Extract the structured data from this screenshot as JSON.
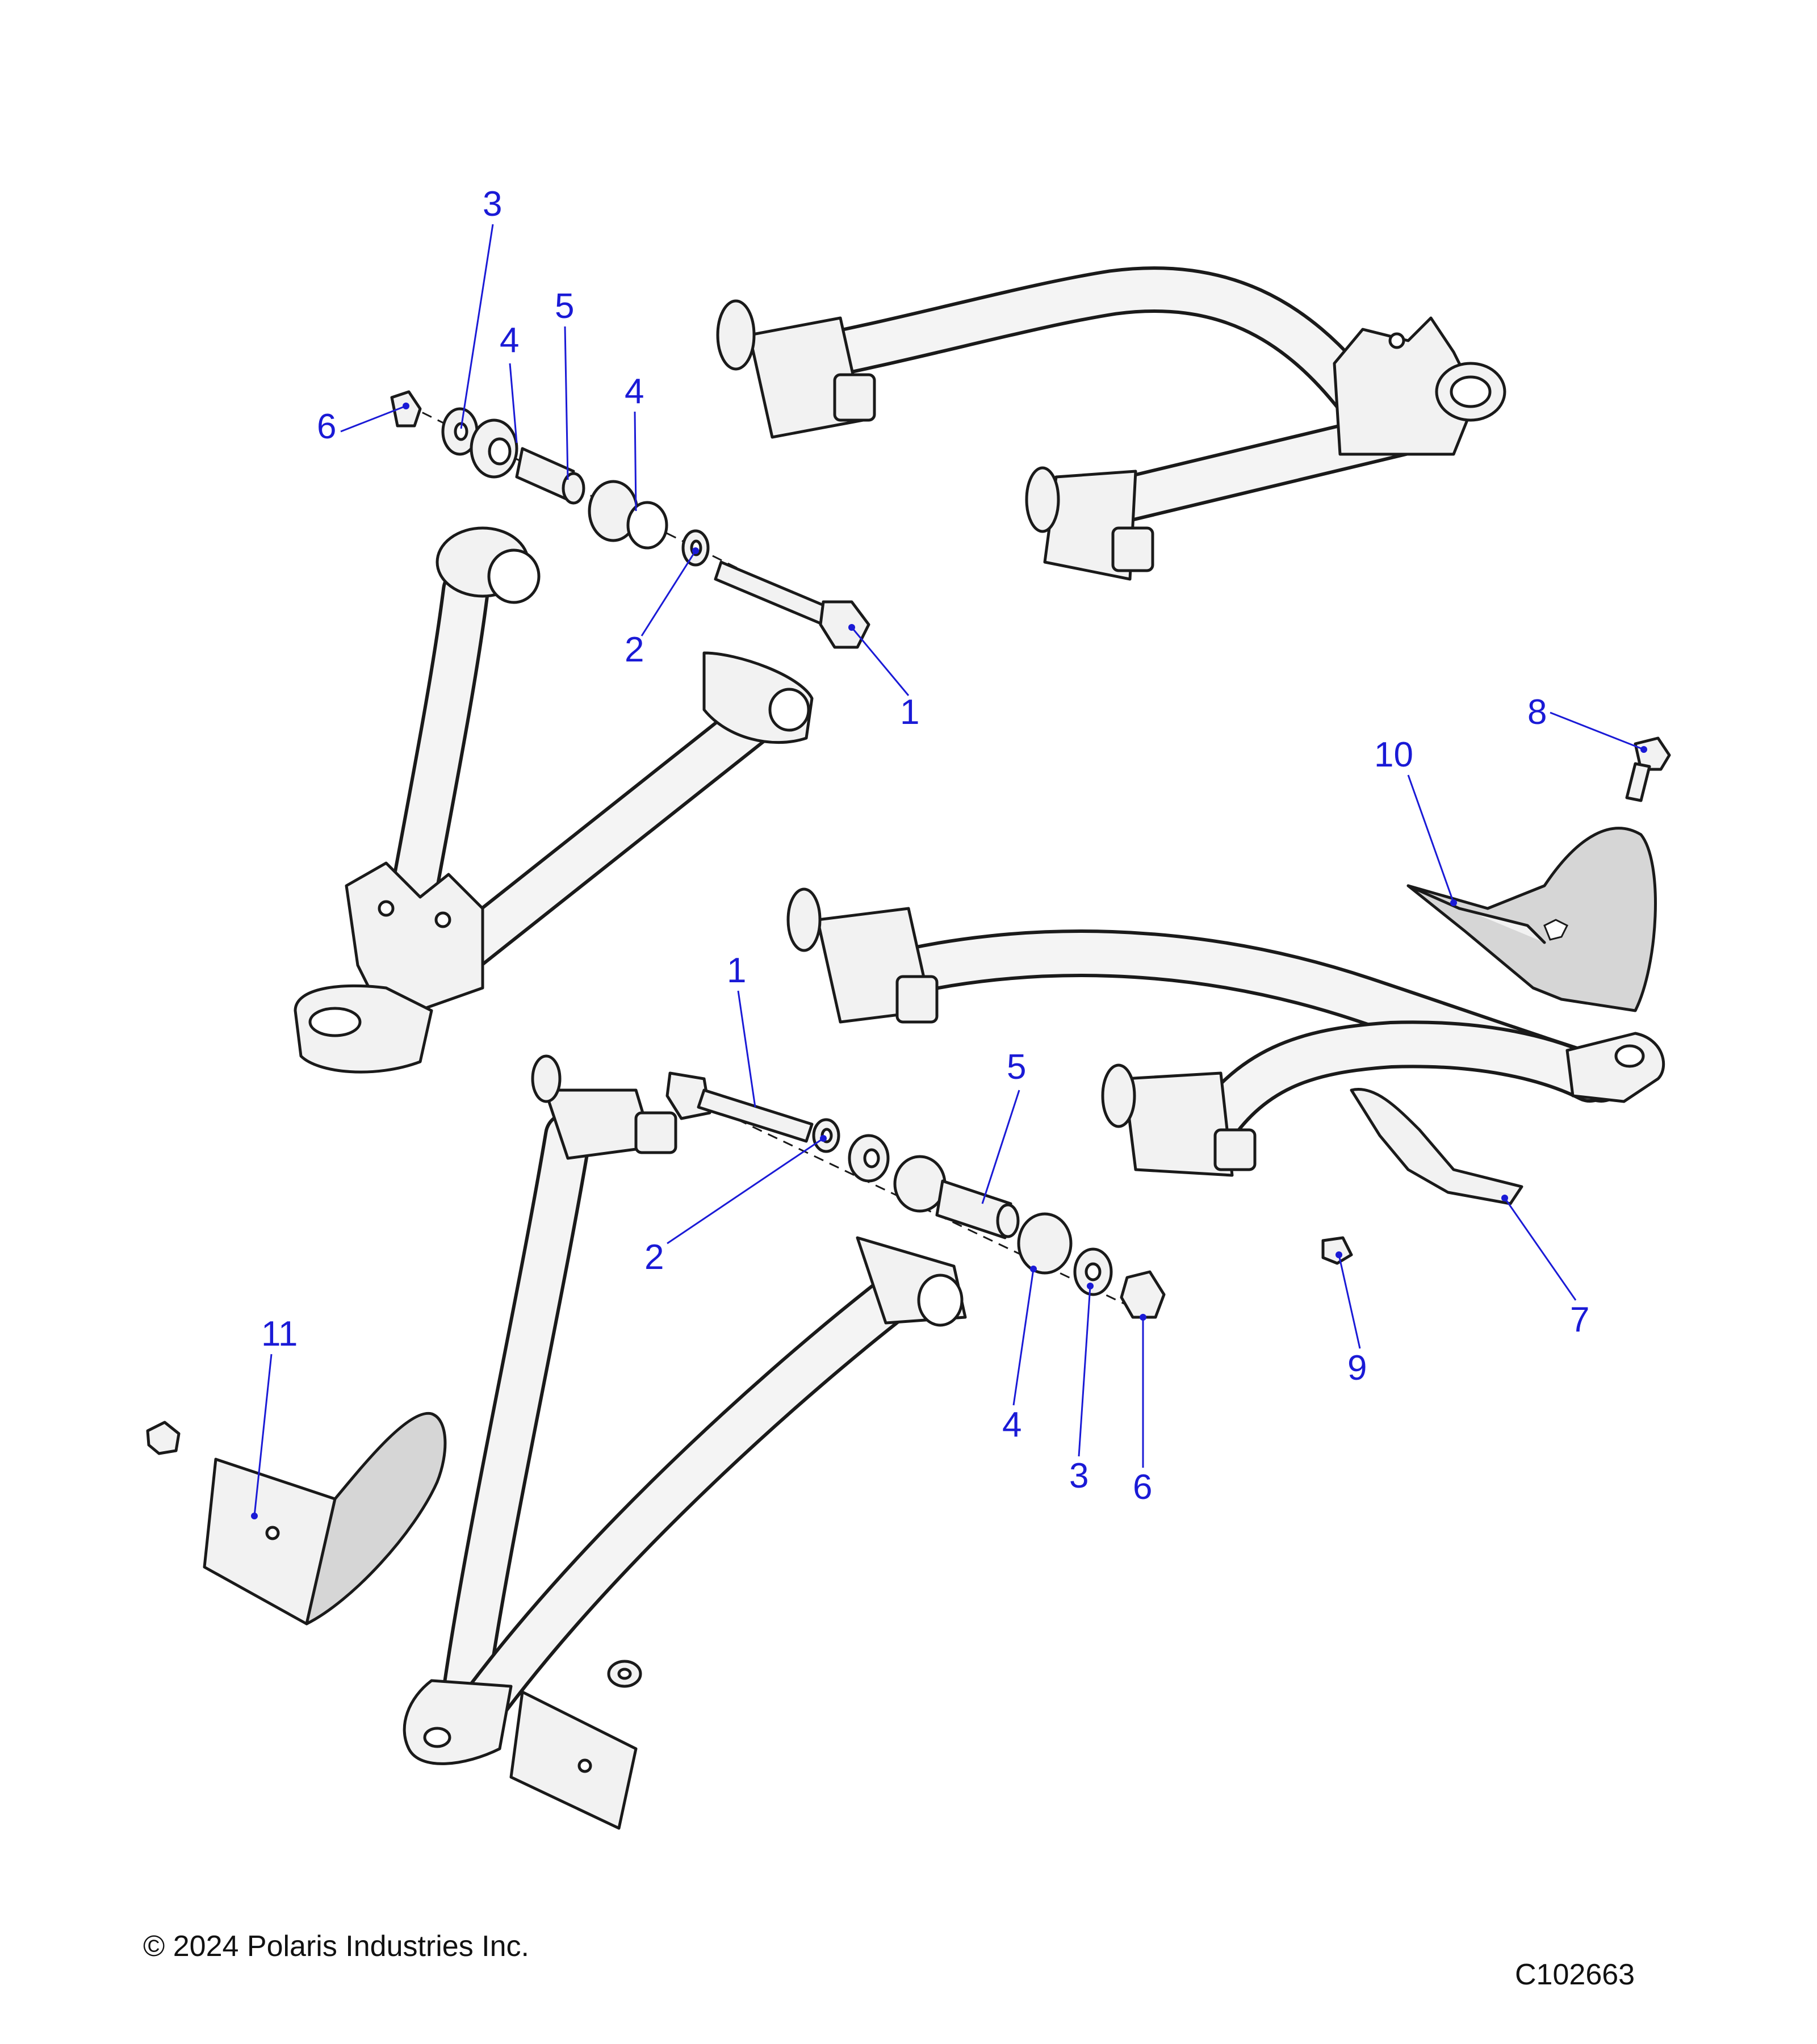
{
  "copyright": "© 2024 Polaris Industries Inc.",
  "drawing_number": "C102663",
  "callouts": {
    "upper": [
      "3",
      "5",
      "4",
      "4",
      "6",
      "2",
      "1"
    ],
    "right": [
      "8",
      "10",
      "7",
      "9"
    ],
    "lower": [
      "1",
      "5",
      "2",
      "4",
      "3",
      "6",
      "11"
    ]
  },
  "colors": {
    "callout": "#1a1ad6",
    "outline": "#1a1a1a",
    "part_fill": "#f2f2f2",
    "guard_fill": "#d6d6d6"
  }
}
